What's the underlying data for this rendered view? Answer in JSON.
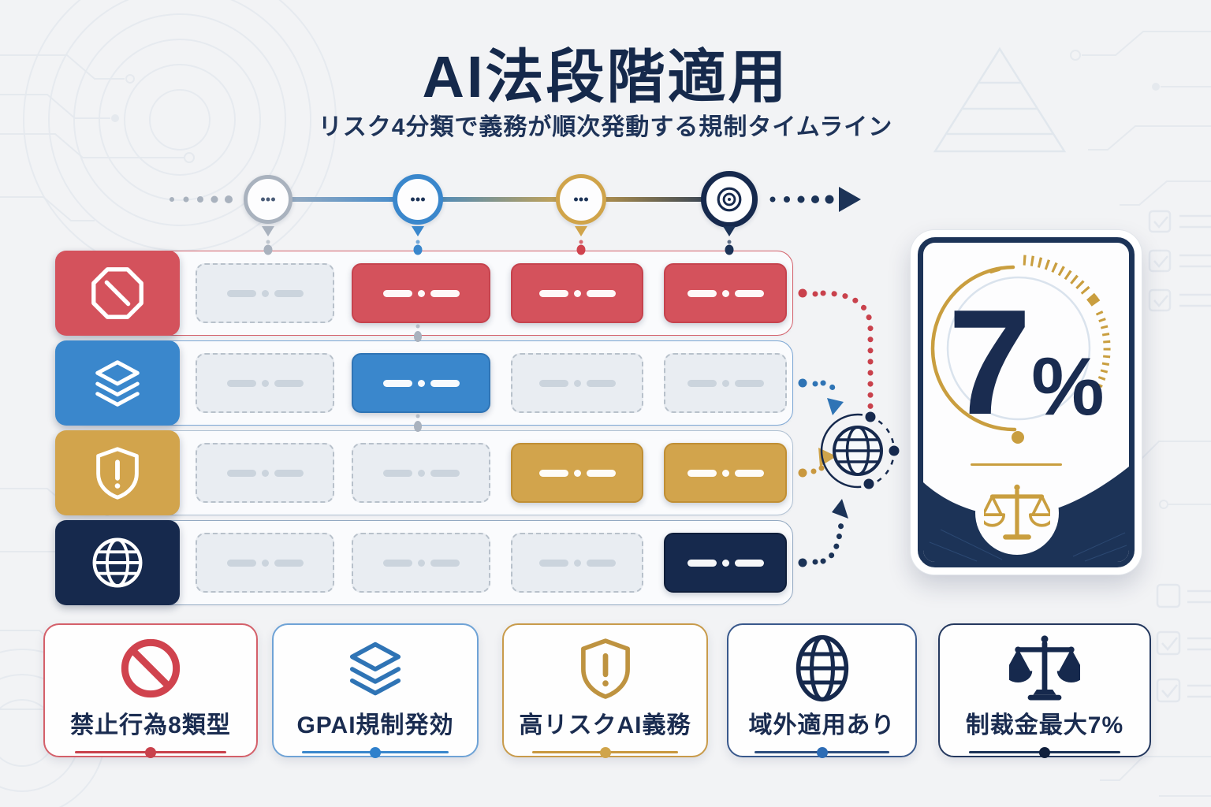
{
  "header": {
    "title": "AI法段階適用",
    "subtitle": "リスク4分類で義務が順次発動する規制タイムライン"
  },
  "timeline": {
    "milestones": [
      {
        "id": "phase-1",
        "icon": "ellipsis",
        "color": "#A9B2BE",
        "dot_color": "#4A5C78"
      },
      {
        "id": "phase-2",
        "icon": "ellipsis",
        "color": "#3A87CC",
        "dot_color": "#1C3357"
      },
      {
        "id": "phase-3",
        "icon": "ellipsis",
        "color": "#D0A44A",
        "dot_color": "#1C3357"
      },
      {
        "id": "phase-4",
        "icon": "target",
        "color": "#16294D",
        "dot_color": "#16294D"
      }
    ],
    "arrow_color": "#1C3357"
  },
  "matrix": {
    "rows": [
      {
        "id": "prohibited-practices",
        "icon": "prohibition-octagon",
        "color": "#D4525C",
        "border": "#C6434E",
        "outline": "#D4606A",
        "cells": [
          false,
          true,
          true,
          true
        ]
      },
      {
        "id": "gpai",
        "icon": "layers",
        "color": "#3A87CC",
        "border": "#2F74B5",
        "outline": "#7BA6D4",
        "cells": [
          false,
          true,
          false,
          false
        ]
      },
      {
        "id": "high-risk-ai",
        "icon": "shield-exclamation",
        "color": "#D2A44C",
        "border": "#C08F35",
        "outline": "#AFC0D2",
        "cells": [
          false,
          false,
          true,
          true
        ]
      },
      {
        "id": "extraterritorial",
        "icon": "globe",
        "color": "#16294D",
        "border": "#0F1E3A",
        "outline": "#93A9C2",
        "cells": [
          false,
          false,
          false,
          true
        ]
      }
    ]
  },
  "flow_hub": {
    "icon": "globe",
    "color": "#16294D"
  },
  "stat_card": {
    "value": "7",
    "unit": "%",
    "icon": "scales",
    "accent": "#C99E3F",
    "frame": "#1C3357"
  },
  "legend_cards": [
    {
      "label": "禁止行為8類型",
      "icon": "prohibition-circle",
      "border": "#D4606A",
      "line": "#C9414C",
      "dot": "#C9414C",
      "icon_color": "#D0434E"
    },
    {
      "label": "GPAI規制発効",
      "icon": "layers",
      "border": "#6FA3D6",
      "line": "#3A87CC",
      "dot": "#2F80CC",
      "icon_color": "#2F74B5"
    },
    {
      "label": "高リスクAI義務",
      "icon": "shield-exclamation",
      "border": "#C89B4B",
      "line": "#C9983F",
      "dot": "#D0A44A",
      "icon_color": "#BE9340"
    },
    {
      "label": "域外適用あり",
      "icon": "globe-ellipse",
      "border": "#39598C",
      "line": "#2E4E7E",
      "dot": "#2D6CB5",
      "icon_color": "#16294D"
    },
    {
      "label": "制裁金最大7%",
      "icon": "scales-filled",
      "border": "#24385E",
      "line": "#1C3357",
      "dot": "#101F3C",
      "icon_color": "#16294D"
    }
  ],
  "colors": {
    "background": "#F2F3F5",
    "red": "#D4525C",
    "blue": "#3A87CC",
    "gold": "#D0A44A",
    "navy": "#16294D",
    "text": "#1A2C50"
  }
}
